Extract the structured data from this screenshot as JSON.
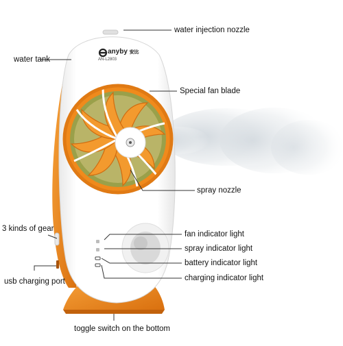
{
  "product": {
    "brand": "anyby",
    "brand_cn": "安比",
    "model": "AN-L2803",
    "colors": {
      "accent": "#f08a1c",
      "accent_dark": "#c96a10",
      "body": "#ffffff",
      "fan_green": "#8f9a3a"
    }
  },
  "callouts": {
    "water_injection_nozzle": "water injection nozzle",
    "water_tank": "water tank",
    "special_fan_blade": "Special fan blade",
    "spray_nozzle": "spray nozzle",
    "three_kinds_of_gear": "3 kinds of gear",
    "fan_indicator_light": "fan indicator light",
    "spray_indicator_light": "spray indicator light",
    "battery_indicator_light": "battery indicator light",
    "charging_indicator_light": "charging indicator light",
    "usb_charging_port": "usb charging port",
    "toggle_switch": "toggle switch on the bottom"
  }
}
